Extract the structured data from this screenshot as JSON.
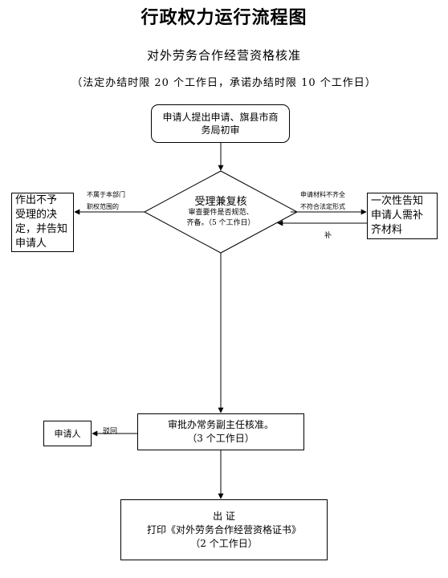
{
  "header": {
    "title": "行政权力运行流程图",
    "subtitle": "对外劳务合作经营资格核准",
    "time_limit": "（法定办结时限 20 个工作日，承诺办结时限 10 个工作日）"
  },
  "nodes": {
    "start": {
      "lines": [
        "申请人提出申请、旗县市商",
        "务局初审"
      ]
    },
    "review": {
      "title": "受理兼复核",
      "desc": [
        "审查要件是否规范、",
        "齐备。（5 个工作日）"
      ]
    },
    "reject": {
      "lines": [
        "作出不予",
        "受理的决",
        "定，并告知",
        "申请人"
      ]
    },
    "supplement": {
      "lines": [
        "一次性告知",
        "申请人需补",
        "齐材料"
      ]
    },
    "approve": {
      "lines": [
        "审批办常务副主任核准。",
        "（3 个工作日）"
      ]
    },
    "applicant": {
      "label": "申请人"
    },
    "certificate": {
      "lines": [
        "出   证",
        "打印《对外劳务合作经营资格证书》",
        "（2 个工作日）"
      ]
    }
  },
  "edge_labels": {
    "not_in_scope": [
      "不属于本部门",
      "职权范围的"
    ],
    "incomplete": [
      "申请材料不齐全",
      "不符合法定形式"
    ],
    "supplement": "补",
    "returned": "驳回"
  }
}
